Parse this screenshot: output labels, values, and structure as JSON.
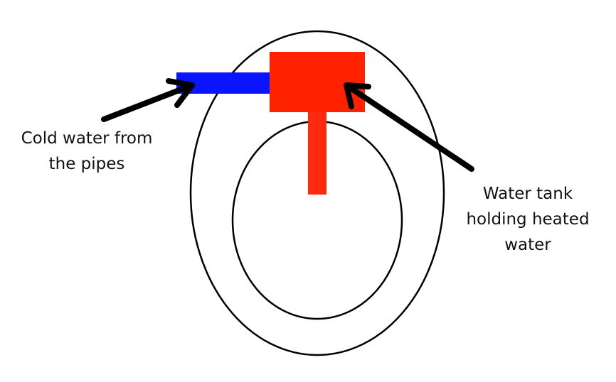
{
  "colors": {
    "cold_pipe": "#0a14ff",
    "hot_tank": "#ff2200",
    "hot_pipe": "#ff2a0d",
    "outline": "#000000",
    "arrow": "#000000",
    "text": "#111111"
  },
  "labels": {
    "cold_water": {
      "line1": "Cold water from",
      "line2": "the pipes"
    },
    "water_tank": {
      "line1": "Water tank",
      "line2": "holding heated",
      "line3": "water"
    }
  }
}
